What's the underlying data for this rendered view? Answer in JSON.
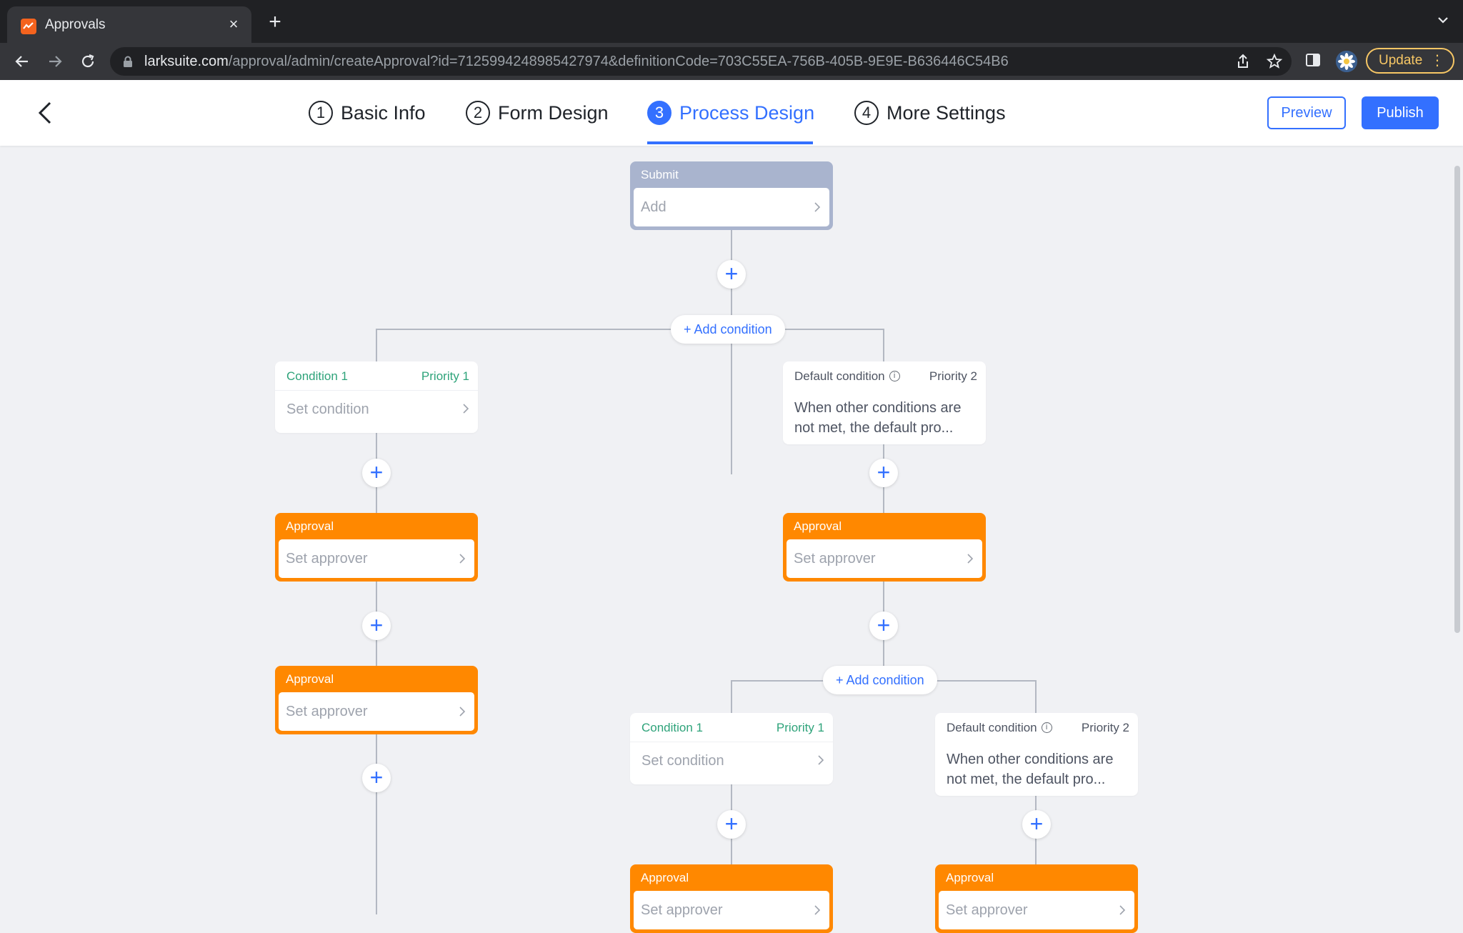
{
  "browser": {
    "tab_title": "Approvals",
    "tab_close": "×",
    "new_tab": "+",
    "url_host": "larksuite.com",
    "url_path": "/approval/admin/createApproval?id=7125994248985427974&definitionCode=703C55EA-756B-405B-9E9E-B636446C54B6",
    "update_label": "Update",
    "menu_dots": "⋮"
  },
  "header": {
    "steps": [
      {
        "num": "1",
        "label": "Basic Info"
      },
      {
        "num": "2",
        "label": "Form Design"
      },
      {
        "num": "3",
        "label": "Process Design"
      },
      {
        "num": "4",
        "label": "More Settings"
      }
    ],
    "active_step": 3,
    "preview_label": "Preview",
    "publish_label": "Publish"
  },
  "flow": {
    "plus": "+",
    "add_condition": "+ Add condition",
    "submit": {
      "head": "Submit",
      "body": "Add"
    },
    "left_condition": {
      "name": "Condition 1",
      "priority": "Priority 1",
      "body": "Set condition"
    },
    "right_default": {
      "name": "Default condition",
      "info": "i",
      "priority": "Priority 2",
      "body": "When other conditions are not met, the default pro..."
    },
    "left_approval_1": {
      "head": "Approval",
      "body": "Set approver"
    },
    "left_approval_2": {
      "head": "Approval",
      "body": "Set approver"
    },
    "right_approval_1": {
      "head": "Approval",
      "body": "Set approver"
    },
    "nested_condition": {
      "name": "Condition 1",
      "priority": "Priority 1",
      "body": "Set condition"
    },
    "nested_default": {
      "name": "Default condition",
      "info": "i",
      "priority": "Priority 2",
      "body": "When other conditions are not met, the default pro..."
    },
    "nested_approval_left": {
      "head": "Approval",
      "body": "Set approver"
    },
    "nested_approval_right": {
      "head": "Approval",
      "body": "Set approver"
    }
  },
  "colors": {
    "accent": "#3370ff",
    "approval": "#ff8800",
    "submit": "#a9b4ce",
    "condition_green": "#2ea37a"
  }
}
